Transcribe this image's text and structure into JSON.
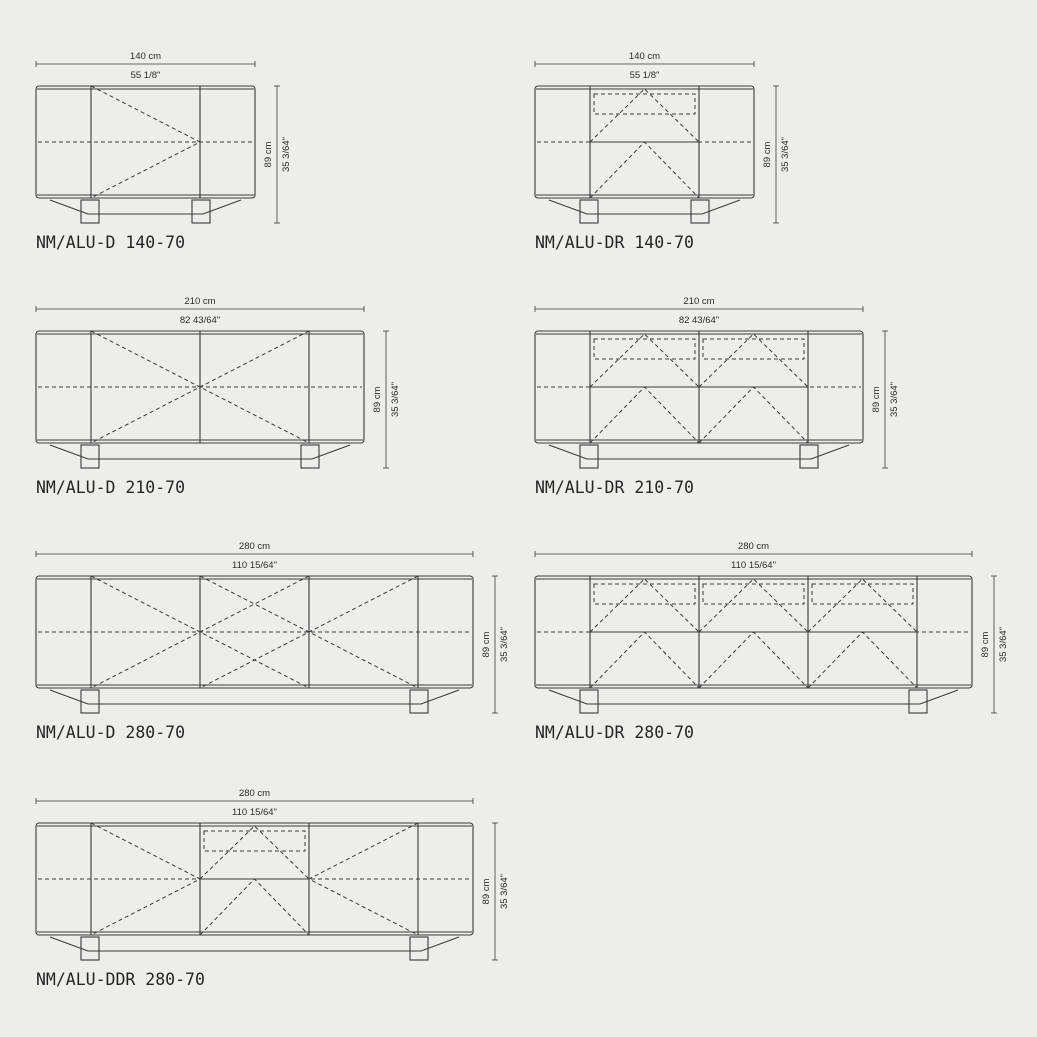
{
  "colors": {
    "background": "#ededeb",
    "line": "#3a3a3a",
    "text": "#262626"
  },
  "drawings": [
    {
      "model": "NM/ALU-D 140-70",
      "variant": "D",
      "width_cm": "140 cm",
      "width_in": "55 1/8\"",
      "height_cm": "89 cm",
      "height_in": "35 3/64\""
    },
    {
      "model": "NM/ALU-DR 140-70",
      "variant": "DR",
      "width_cm": "140 cm",
      "width_in": "55 1/8\"",
      "height_cm": "89 cm",
      "height_in": "35 3/64\""
    },
    {
      "model": "NM/ALU-D 210-70",
      "variant": "D",
      "width_cm": "210 cm",
      "width_in": "82 43/64\"",
      "height_cm": "89 cm",
      "height_in": "35 3/64\""
    },
    {
      "model": "NM/ALU-DR 210-70",
      "variant": "DR",
      "width_cm": "210 cm",
      "width_in": "82 43/64\"",
      "height_cm": "89 cm",
      "height_in": "35 3/64\""
    },
    {
      "model": "NM/ALU-D 280-70",
      "variant": "D",
      "width_cm": "280 cm",
      "width_in": "110 15/64\"",
      "height_cm": "89 cm",
      "height_in": "35 3/64\""
    },
    {
      "model": "NM/ALU-DR 280-70",
      "variant": "DR",
      "width_cm": "280 cm",
      "width_in": "110 15/64\"",
      "height_cm": "89 cm",
      "height_in": "35 3/64\""
    },
    {
      "model": "NM/ALU-DDR 280-70",
      "variant": "DDR",
      "width_cm": "280 cm",
      "width_in": "110 15/64\"",
      "height_cm": "89 cm",
      "height_in": "35 3/64\""
    }
  ]
}
